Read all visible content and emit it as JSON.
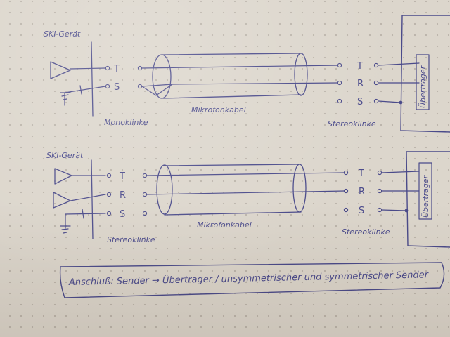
{
  "diagram1": {
    "device_label": "SKI-Gerät",
    "mono_plug_label": "Monoklinke",
    "mic_cable_label": "Mikrofonkabel",
    "stereo_plug_label": "Stereoklinke",
    "transformer_label": "Übertrager",
    "left_pins": [
      "T",
      "S"
    ],
    "right_pins": [
      "T",
      "R",
      "S"
    ]
  },
  "diagram2": {
    "device_label": "SKI-Gerät",
    "left_plug_label": "Stereoklinke",
    "mic_cable_label": "Mikrofonkabel",
    "right_plug_label": "Stereoklinke",
    "transformer_label": "Übertrager",
    "left_pins": [
      "T",
      "R",
      "S"
    ],
    "right_pins": [
      "T",
      "R",
      "S"
    ]
  },
  "footer": {
    "note": "Anschluß:  Sender  →  Übertrager / unsymmetrischer und symmetrischer Sender"
  },
  "colors": {
    "ink": "#4a4a8a",
    "paper": "#dcd6cc"
  }
}
